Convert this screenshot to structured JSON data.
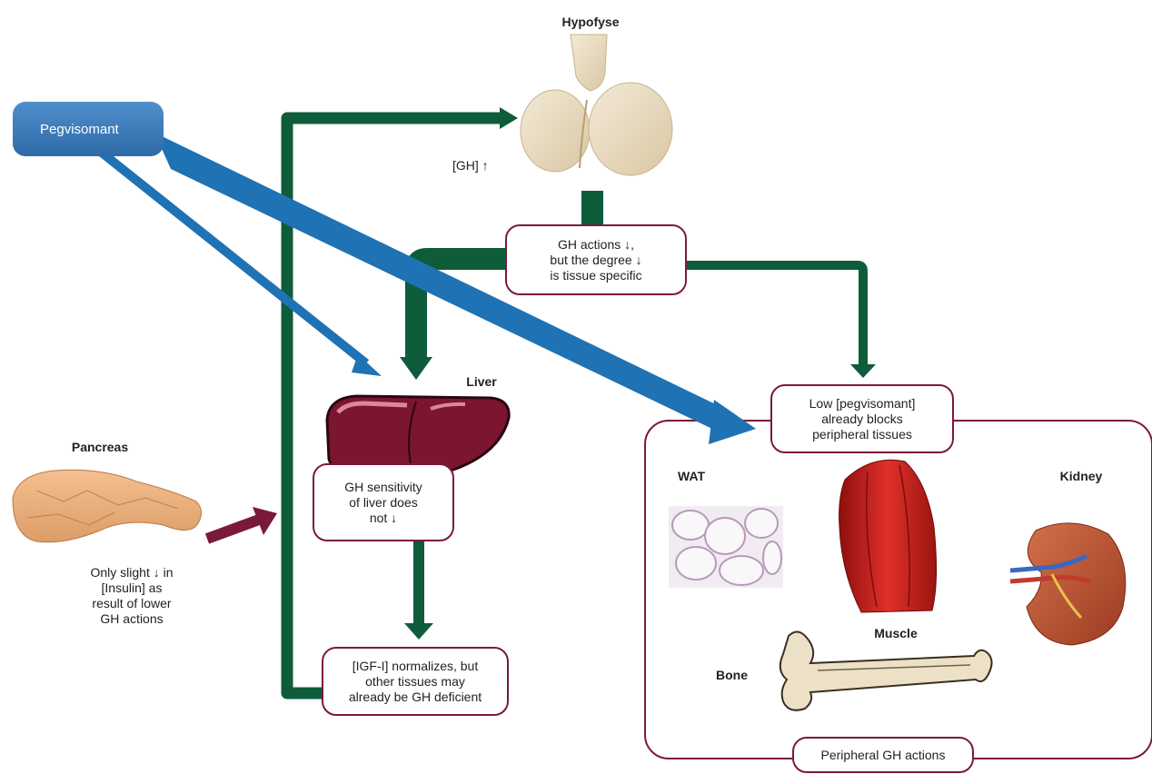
{
  "labels": {
    "hypofyse": "Hypofyse",
    "liver": "Liver",
    "pancreas": "Pancreas",
    "wat": "WAT",
    "kidney": "Kidney",
    "muscle": "Muscle",
    "bone": "Bone",
    "gh_level": "[GH] ↑"
  },
  "pegvisomant": "Pegvisomant",
  "boxes": {
    "gh_actions": "GH actions ↓,\nbut the degree ↓\nis tissue specific",
    "liver_sensitivity": "GH sensitivity\nof liver does\nnot ↓",
    "igf": "[IGF-I] normalizes, but\nother tissues may\nalready be GH deficient",
    "low_pegvisomant": "Low [pegvisomant]\nalready blocks\nperipheral tissues",
    "peripheral": "Peripheral GH actions"
  },
  "pancreas_note": "Only slight ↓ in\n[Insulin] as\nresult of lower\nGH actions",
  "colors": {
    "green": "#0e5c3a",
    "blue": "#1f72b3",
    "maroon": "#7a1a3a",
    "liver": "#7b1530",
    "muscle": "#c8201c"
  }
}
